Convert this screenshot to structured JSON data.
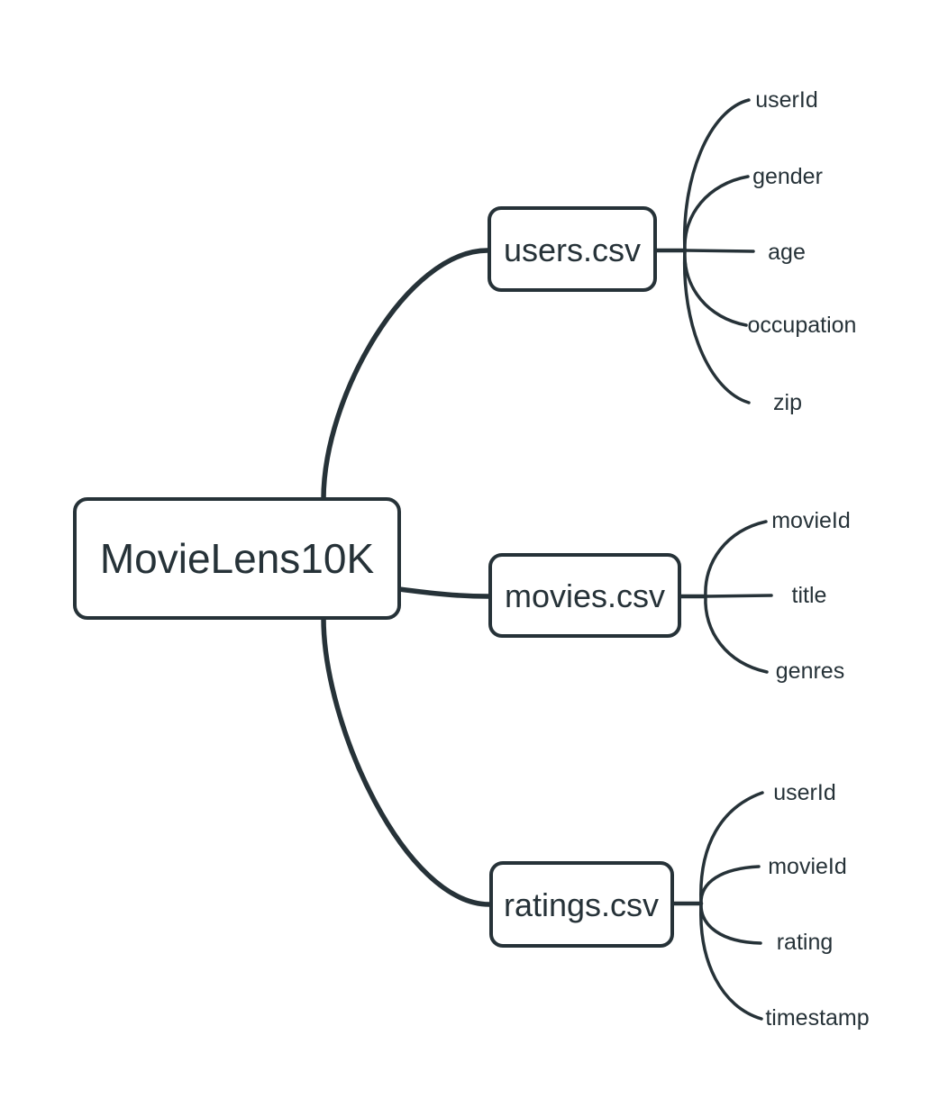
{
  "diagram": {
    "type": "mindmap",
    "root": {
      "label": "MovieLens10K"
    },
    "children": [
      {
        "label": "users.csv",
        "fields": [
          "userId",
          "gender",
          "age",
          "occupation",
          "zip"
        ]
      },
      {
        "label": "movies.csv",
        "fields": [
          "movieId",
          "title",
          "genres"
        ]
      },
      {
        "label": "ratings.csv",
        "fields": [
          "userId",
          "movieId",
          "rating",
          "timestamp"
        ]
      }
    ],
    "colors": {
      "stroke": "#263238",
      "text": "#263238",
      "node_fill": "#ffffff",
      "background": "#ffffff"
    }
  }
}
